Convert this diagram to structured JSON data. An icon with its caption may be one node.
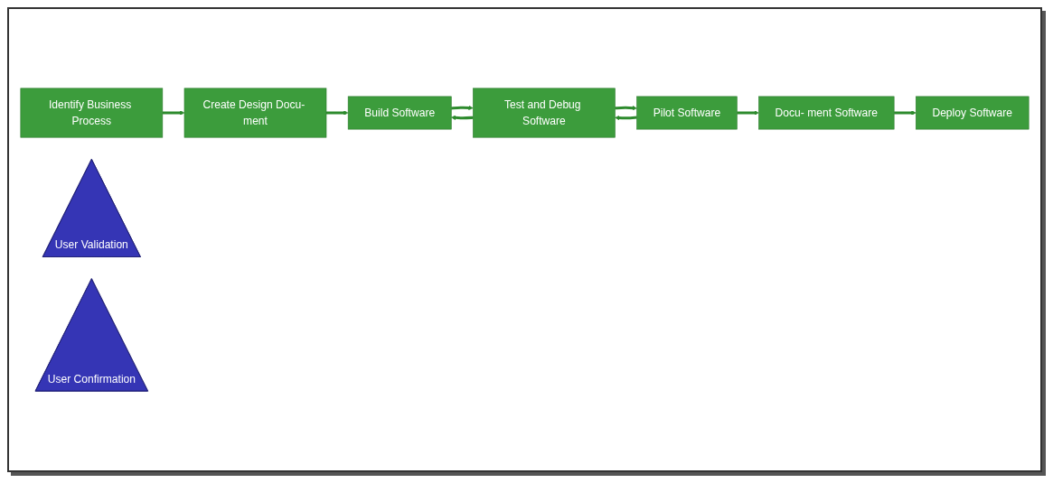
{
  "diagram": {
    "nodes": [
      {
        "text": [
          "Identify Business Process"
        ]
      },
      {
        "text": [
          "Create Design Docu- ment"
        ]
      },
      {
        "text": [
          "Build Software"
        ]
      },
      {
        "text": [
          "Test and Debug Software"
        ]
      },
      {
        "text": [
          "Pilot Software"
        ]
      },
      {
        "text": [
          "Docu- ment Software"
        ]
      },
      {
        "text": [
          "Deploy Software"
        ]
      },
      {
        "text": [
          "User Validation"
        ]
      },
      {
        "text": [
          "User Confirmation"
        ]
      }
    ],
    "edges": [
      {
        "from": 0,
        "to": 1,
        "arrow": "to"
      },
      {
        "from": 1,
        "to": 2,
        "arrow": "to"
      },
      {
        "from": 2,
        "to": 3,
        "arrow": "to"
      },
      {
        "from": 3,
        "to": 4,
        "arrow": "to"
      },
      {
        "from": 4,
        "to": 5,
        "arrow": "to"
      },
      {
        "from": 5,
        "to": 6,
        "arrow": "to"
      },
      {
        "from": 4,
        "to": 3,
        "arrow": "to"
      },
      {
        "from": 3,
        "to": 2,
        "arrow": "to"
      }
    ]
  }
}
